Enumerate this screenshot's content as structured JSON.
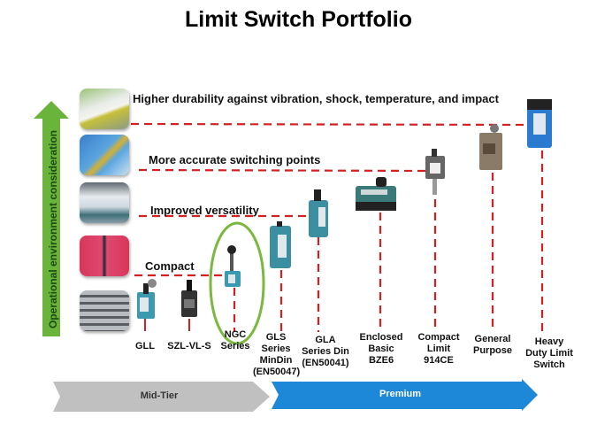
{
  "title": "Limit Switch Portfolio",
  "vertical_axis": {
    "label": "Operational environment consideration",
    "color": "#6bb43c"
  },
  "tiers": [
    {
      "label": "Higher durability against vibration, shock,  temperature, and impact",
      "image": "high-speed-train"
    },
    {
      "label": "More accurate switching points",
      "image": "crane"
    },
    {
      "label": "Improved versatility",
      "image": "paper-mill-machinery"
    },
    {
      "label": "Compact",
      "image": "train-doors"
    },
    {
      "label": "",
      "image": "escalator"
    }
  ],
  "products": [
    {
      "name": "GLL",
      "lines": [
        "GLL"
      ],
      "color": "#3c9ab0"
    },
    {
      "name": "SZL-VL-S",
      "lines": [
        "SZL-VL-S"
      ],
      "color": "#333333"
    },
    {
      "name": "NGC Series",
      "lines": [
        "NGC",
        "Series"
      ],
      "color": "#3c9ab0",
      "highlighted": true
    },
    {
      "name": "GLS Series MinDin (EN50047)",
      "lines": [
        "GLS",
        "Series",
        "MinDin",
        "(EN50047)"
      ],
      "color": "#3c8fa0"
    },
    {
      "name": "GLA Series Din (EN50041)",
      "lines": [
        "GLA",
        "Series Din",
        "(EN50041)"
      ],
      "color": "#3c8fa0"
    },
    {
      "name": "Enclosed Basic BZE6",
      "lines": [
        "Enclosed",
        "Basic",
        "BZE6"
      ],
      "color": "#3a7a78"
    },
    {
      "name": "Compact Limit 914CE",
      "lines": [
        "Compact",
        "Limit",
        "914CE"
      ],
      "color": "#666666"
    },
    {
      "name": "General Purpose",
      "lines": [
        "General",
        "Purpose"
      ],
      "color": "#8a7a68"
    },
    {
      "name": "Heavy Duty Limit Switch",
      "lines": [
        "Heavy",
        "Duty Limit",
        "Switch"
      ],
      "color": "#2a7bd0"
    }
  ],
  "bottom_arrows": [
    {
      "label": "Mid-Tier",
      "color": "#c0c0c0",
      "text_color": "#333333"
    },
    {
      "label": "Premium",
      "color": "#1e88d8",
      "text_color": "#ffffff"
    }
  ],
  "colors": {
    "dash": "#d42020",
    "highlight_ellipse": "#7ab840"
  }
}
